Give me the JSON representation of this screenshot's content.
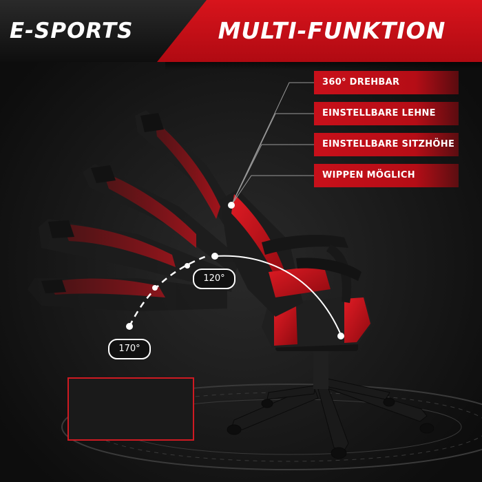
{
  "header": {
    "left_title": "E-SPORTS",
    "right_title": "MULTI-FUNKTION"
  },
  "features": [
    "360° DREHBAR",
    "EINSTELLBARE LEHNE",
    "EINSTELLBARE SITZHÖHE",
    "WIPPEN MÖGLICH"
  ],
  "angles": {
    "upright": "120°",
    "reclined": "170°"
  },
  "colors": {
    "accent_red": "#c8101a",
    "background": "#141414",
    "chair_black": "#1b1b1b",
    "text": "#ffffff"
  }
}
